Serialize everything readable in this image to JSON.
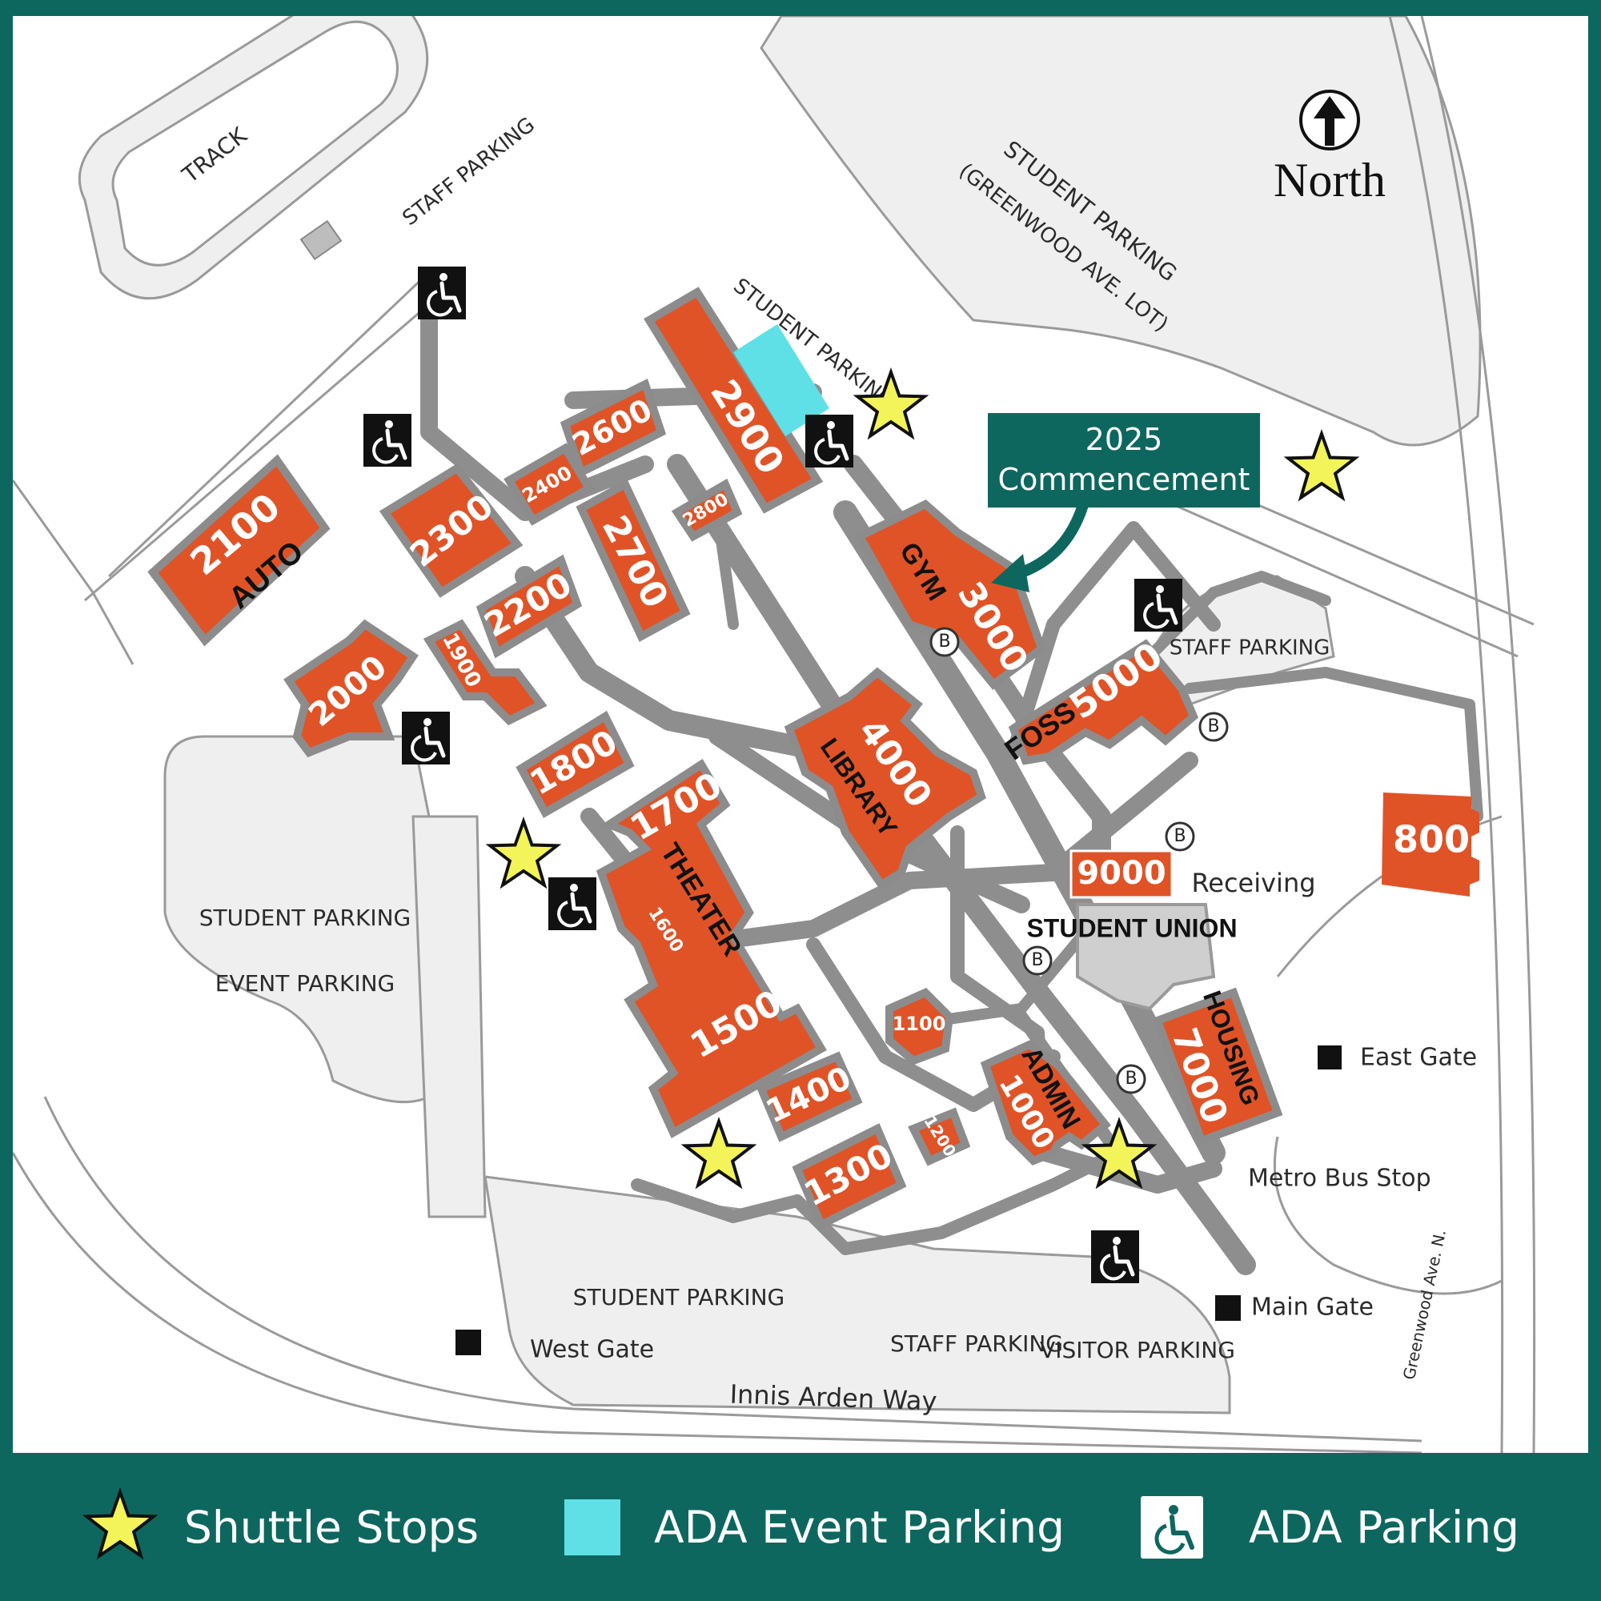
{
  "map": {
    "north_label": "North",
    "buildings": {
      "b2100": "2100",
      "b2100_sub": "AUTO",
      "b2000": "2000",
      "b2300": "2300",
      "b2400": "2400",
      "b2600": "2600",
      "b2900": "2900",
      "b2800": "2800",
      "b2700": "2700",
      "b2200": "2200",
      "b1900": "1900",
      "b1800": "1800",
      "b1700": "1700",
      "b1600": "1600",
      "theater": "THEATER",
      "b1500": "1500",
      "b1400": "1400",
      "b1300": "1300",
      "b1200": "1200",
      "b1100": "1100",
      "gym": "GYM",
      "b3000": "3000",
      "b4000": "4000",
      "library": "LIBRARY",
      "foss": "FOSS",
      "b5000": "5000",
      "b9000": "9000",
      "student_union": "STUDENT UNION",
      "admin": "ADMIN",
      "b1000": "1000",
      "housing": "HOUSING",
      "b7000": "7000",
      "b800": "800"
    },
    "labels": {
      "track": "TRACK",
      "staff_parking_nw": "STAFF PARKING",
      "student_parking_greenwood_1": "STUDENT PARKING",
      "student_parking_greenwood_2": "(GREENWOOD AVE. LOT)",
      "student_parking_north": "STUDENT PARKING",
      "staff_parking_east": "STAFF PARKING",
      "receiving": "Receiving",
      "student_parking_west": "STUDENT PARKING",
      "event_parking_west": "EVENT PARKING",
      "east_gate": "East Gate",
      "metro_bus_stop": "Metro Bus Stop",
      "main_gate": "Main Gate",
      "west_gate": "West Gate",
      "student_parking_south": "STUDENT PARKING",
      "staff_parking_south": "STAFF PARKING",
      "visitor_parking": "VISITOR PARKING",
      "innis_arden_way": "Innis Arden Way",
      "greenwood_ave_n": "Greenwood Ave. N.",
      "bus_marker": "B"
    },
    "callout": {
      "line1": "2025",
      "line2": "Commencement"
    }
  },
  "legend": {
    "shuttle_stops": "Shuttle Stops",
    "ada_event_parking": "ADA Event Parking",
    "ada_parking": "ADA Parking"
  },
  "colors": {
    "frame": "#0e675e",
    "building": "#e05327",
    "path": "#8e8e8e",
    "shuttle_star": "#f2f45a",
    "ada_event_parking": "#5fe0e6",
    "ada_parking_icon": "#111111"
  }
}
